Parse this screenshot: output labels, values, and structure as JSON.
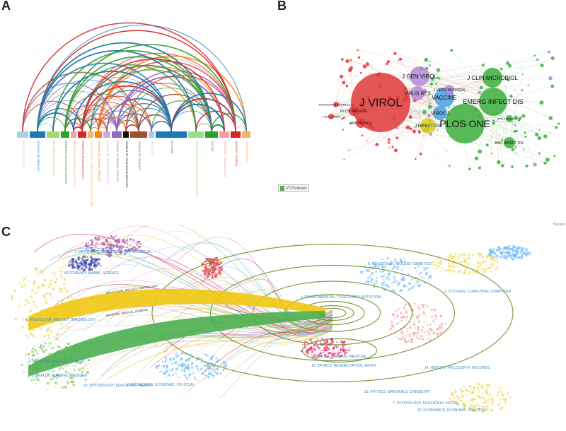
{
  "panels": {
    "a": "A",
    "b": "B",
    "c": "C"
  },
  "panel_a": {
    "bars": [
      {
        "label": "ANTIVIRAL RESEARCH",
        "color": "#a8d0e6"
      },
      {
        "label": "ARCHIVES OF VIROLOGY",
        "color": "#1f77b4"
      },
      {
        "label": "BMC INFECTIOUS DISEASES",
        "color": "#a6d96a"
      },
      {
        "label": "EMERGING INFECTIOUS DISEASES",
        "color": "#2ca02c"
      },
      {
        "label": "EMERGING MICROBES & INFECTIONS",
        "color": "#f4a3a3"
      },
      {
        "label": "FRONTIERS IN MICROBIOLOGY",
        "color": "#d62728"
      },
      {
        "label": "INTERNATIONAL JOURNAL OF INFECTIOUS DISEASES",
        "color": "#f9b56b"
      },
      {
        "label": "JOURNAL OF CLINICAL VIROLOGY",
        "color": "#ff7f0e"
      },
      {
        "label": "JOURNAL OF GENERAL VIROLOGY",
        "color": "#c5b0d5"
      },
      {
        "label": "JOURNAL OF MEDICAL VIROLOGY",
        "color": "#9467bd"
      },
      {
        "label": "JOURNAL OF VIROLOGICAL METHODS",
        "color": "#111111"
      },
      {
        "label": "JOURNAL OF VIROLOGY",
        "color": "#a0522d"
      },
      {
        "label": "MOLECULES",
        "color": "#aec7e8"
      },
      {
        "label": "PLOS ONE",
        "color": "#1f77b4"
      },
      {
        "label": "TRANSBOUNDARY AND EMERGING DISEASES",
        "color": "#98df8a"
      },
      {
        "label": "VACCINE",
        "color": "#2ca02c"
      },
      {
        "label": "VETERINARY MICROBIOLOGY",
        "color": "#f2a0a0"
      },
      {
        "label": "VIROLOGY JOURNAL",
        "color": "#d62728"
      },
      {
        "label": "VIRUS RESEARCH",
        "color": "#f5b26b"
      }
    ]
  },
  "panel_b": {
    "colors": {
      "red": "#e03a3a",
      "green": "#3dae3d",
      "purple": "#b38ad9",
      "blue": "#4aa0e0",
      "yellow": "#d8d020"
    },
    "nodes": [
      {
        "label": "J VIROL",
        "cluster": "red"
      },
      {
        "label": "PLOS ONE",
        "cluster": "green"
      },
      {
        "label": "J GEN VIROL",
        "cluster": "purple"
      },
      {
        "label": "VIRUS RES",
        "cluster": "purple"
      },
      {
        "label": "VACCINE",
        "cluster": "blue"
      },
      {
        "label": "J CLIN MICROBIOL",
        "cluster": "green"
      },
      {
        "label": "EMERG INFECT DIS",
        "cluster": "green"
      },
      {
        "label": "VIROL J",
        "cluster": "blue"
      },
      {
        "label": "J INFECT DIS",
        "cluster": "yellow"
      },
      {
        "label": "PLOS PATHOG",
        "cluster": "red"
      },
      {
        "label": "ANTIVIR RES",
        "cluster": "red"
      },
      {
        "label": "J VIROL METHODS",
        "cluster": "purple"
      },
      {
        "label": "ANTIMICROB AGENTS CH",
        "cluster": "red"
      },
      {
        "label": "J BIOL CHEM",
        "cluster": "red"
      },
      {
        "label": "BMC INFECT DIS",
        "cluster": "green"
      },
      {
        "label": "JPN J INFECT DIS",
        "cluster": "green"
      }
    ],
    "badge": "VOSviewer"
  },
  "panel_c": {
    "left_labels": [
      "7. VETERINARY, ANIMAL, SCIENCE",
      "4. MOLECULAR, BIOLOGY, IMMUNOLOGY",
      "2. MEDICINE, MEDICAL, CLINICAL",
      "5. HEALTH, NURSING, MEDICINE",
      "10. PSYCHOLOGY, EDUCATION, HEALTH",
      "8. ECONOMICS, ECONOMIC, POLITICAL",
      "1. MATHEMATICS, SYSTEMS, MATHEMATICAL"
    ],
    "right_labels": [
      "8. MOLECULAR, BIOLOGY, GENETICS",
      "2. SYSTEMS, COMPUTING, COMPUTER",
      "4. ENVIRONMENTAL, TOXICOLOGY, NUTRITION",
      "5. HEALTH, NURSING, MEDICINE",
      "13. SPORTS, REHABILITATION, SPORT",
      "14. HISTORY, PHILOSOPHY, RECORDS",
      "15. PHYSICS, MATERIALS, CHEMISTRY",
      "7. PSYCHOLOGY, EDUCATION, SOCIAL",
      "10. ECONOMICS, ECONOMIC, POLITICAL"
    ],
    "bands": [
      "MOLECULAR, BIOLOGY, IMMUNOLOGY",
      "MEDICINE, MEDICAL, CLINICAL"
    ],
    "corner_tag": "Blondel"
  }
}
